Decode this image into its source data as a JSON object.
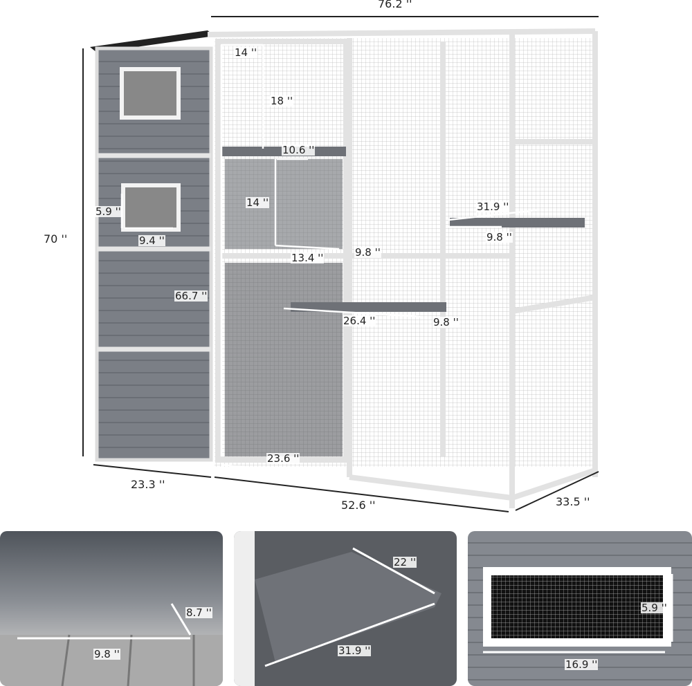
{
  "main": {
    "total_width": "76.2 ''",
    "total_height": "70 ''",
    "house_depth": "23.3 ''",
    "run_length": "52.6 ''",
    "run_depth": "33.5 ''",
    "inner_height": "66.7 ''",
    "upper_opening_width": "14 ''",
    "upper_opening_height": "18 ''",
    "shelf_top_width": "10.6 ''",
    "mid_opening_height": "14 ''",
    "shelf_bottom_width": "13.4 ''",
    "shelf_depth_left": "9.8 ''",
    "window_height": "5.9 ''",
    "window_width": "9.4 ''",
    "right_shelf_length": "31.9 ''",
    "right_shelf_depth": "9.8 ''",
    "middle_shelf_length": "26.4 ''",
    "middle_shelf_depth": "9.8 ''",
    "door_width": "23.6 ''"
  },
  "details": [
    {
      "name": "step",
      "labels": [
        "9.8 ''",
        "8.7 ''"
      ]
    },
    {
      "name": "house-floor",
      "labels": [
        "22 ''",
        "31.9 ''"
      ]
    },
    {
      "name": "vent-window",
      "labels": [
        "5.9 ''",
        "16.9 ''"
      ]
    }
  ]
}
